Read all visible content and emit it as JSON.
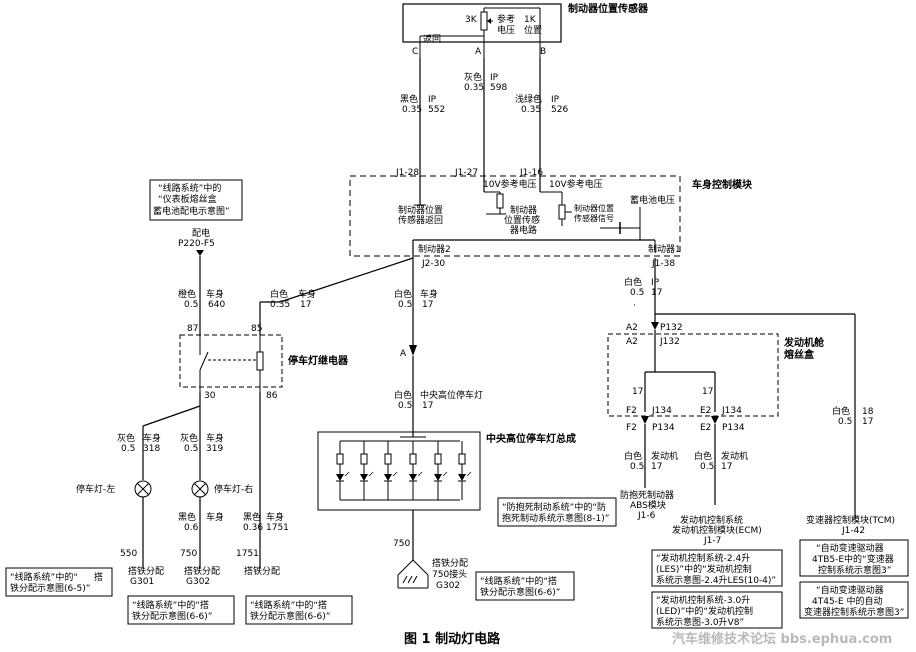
{
  "title": "图 1  制动灯电路",
  "watermark": "汽车维修技术论坛 bbs.ephua.com",
  "brake_sensor": {
    "title": "制动器位置传感器",
    "r3k": "3K",
    "r1k": "1K",
    "ref_voltage_l1": "参考",
    "ref_voltage_l2": "电压",
    "position_l1": "1K",
    "position_l2": "位置",
    "return_label": "返回",
    "pin_c": "C",
    "pin_a": "A",
    "pin_b": "B"
  },
  "wires_top": {
    "w552": [
      "黑色",
      "0.35",
      "IP",
      "552"
    ],
    "w598": [
      "灰色",
      "0.35",
      "IP",
      "598"
    ],
    "w526": [
      "浅绿色",
      "0.35",
      "IP",
      "526"
    ]
  },
  "bcm": {
    "title": "车身控制模块",
    "j1_28": "J1-28",
    "j1_27": "J1-27",
    "j1_16": "J1-16",
    "ref_10v_a": "10V参考电压",
    "ref_10v_b": "10V参考电压",
    "sensor_return_l1": "制动器位置",
    "sensor_return_l2": "传感器返回",
    "sensor_circuit_l1": "制动器",
    "sensor_circuit_l2": "位置传感",
    "sensor_circuit_l3": "器电路",
    "sensor_signal_l1": "制动器位置",
    "sensor_signal_l2": "传感器信号",
    "battery_voltage": "蓄电池电压",
    "brake2": "制动器2",
    "brake1": "制动器1",
    "j2_30": "J2-30",
    "j1_38": "J1-38"
  },
  "wiring_note": {
    "line1": "“线路系统”中的",
    "line2": "“仪表板熔丝盒",
    "line3": "蓄电池配电示意图”"
  },
  "power": {
    "label": "配电",
    "fuse": "P220-F5"
  },
  "relay": {
    "title": "停车灯继电器",
    "w640": [
      "橙色",
      "0.5",
      "车身",
      "640"
    ],
    "w17_left": [
      "白色",
      "0.35",
      "车身",
      "17"
    ],
    "pin87": "87",
    "pin85": "85",
    "pin30": "30",
    "pin86": "86"
  },
  "center_wire": {
    "top": [
      "白色",
      "0.5",
      "车身",
      "17"
    ],
    "connector": "A",
    "bottom": [
      "白色",
      "0.5",
      "中央高位停车灯",
      "17"
    ]
  },
  "chmsl": {
    "title": "中央高位停车灯总成",
    "ground_pin": "750",
    "ground_label_l1": "搭铁分配",
    "ground_label_l2": "750接头",
    "ground_label_l3": "G302"
  },
  "right_branch": {
    "w17_ip": [
      "白色",
      "0.5",
      "IP",
      "17"
    ],
    "dot": "·",
    "a2_left": "A2",
    "a2_right": "P132",
    "a2_left2": "A2",
    "a2_right2": "J132",
    "fusebox_l1": "发动机舱",
    "fusebox_l2": "熔丝盒",
    "n17a": "17",
    "n17b": "17",
    "f2": "F2",
    "j134a": "J134",
    "e2": "E2",
    "j134b": "J134",
    "f2b": "F2",
    "p134a": "P134",
    "e2b": "E2",
    "p134b": "P134",
    "abs_wire": [
      "白色",
      "0.5",
      "发动机",
      "17"
    ],
    "ecm_wire": [
      "白色",
      "0.5",
      "发动机",
      "17"
    ],
    "tcm_wire": [
      "白色",
      "0.5",
      "18",
      "17"
    ]
  },
  "modules": {
    "abs_l1": "防抱死制动器",
    "abs_l2": "ABS模块",
    "abs_l3": "J1-6",
    "ecm_l1": "发动机控制系统",
    "ecm_l2": "发动机控制模块(ECM)",
    "ecm_l3": "J1-7",
    "tcm_l1": "变速器控制模块(TCM)",
    "tcm_l2": "J1-42"
  },
  "lamps": {
    "left_wire": [
      "灰色",
      "0.5",
      "车身",
      "318"
    ],
    "right_wire": [
      "灰色",
      "0.5",
      "车身",
      "319"
    ],
    "left_lamp": "停车灯-左",
    "right_lamp": "停车灯-右",
    "g302_wire": [
      "黑色",
      "0.6",
      "车身"
    ],
    "g_mid_wire": [
      "黑色",
      "0.36",
      "车身",
      "1751"
    ],
    "pin550": "550",
    "pin750": "750",
    "pin1751": "1751",
    "g301_l1": "搭铁分配",
    "g301_l2": "G301",
    "g302_l1": "搭铁分配",
    "g302_l2": "G302",
    "g_mid": "搭铁分配"
  },
  "notes": {
    "n1_l1": "“线路系统”中的“",
    "n1_l2": "铁分配示意图(6-5)”",
    "n1_prefix": "搭",
    "n2_l1": "“线路系统”中的“搭",
    "n2_l2": "铁分配示意图(6-6)”",
    "n3_l1": "“线路系统”中的“搭",
    "n3_l2": "铁分配示意图(6-6)”",
    "n4_l1": "“线路系统”中的“搭",
    "n4_l2": "铁分配示意图(6-6)”",
    "n5_l1": "“防抱死制动系统”中的“防",
    "n5_l2": "抱死制动系统示意图(8-1)”",
    "n6_l1": "“发动机控制系统-2.4升",
    "n6_l2": "(LES)”中的“发动机控制",
    "n6_l3": "系统示意图-2.4升LES(10-4)”",
    "n7_l1": "“发动机控制系统-3.0升",
    "n7_l2": "(LED)”中的“发动机控制",
    "n7_l3": "系统示意图-3.0升V8”",
    "n8_l1": "“自动变速驱动器",
    "n8_l2": "4TB5-E中的“变速器",
    "n8_l3": "控制系统示意图3”",
    "n9_l1": "“自动变速驱动器",
    "n9_l2": "4T45-E  中的自动",
    "n9_l3": "变速器控制系统示意图3”"
  }
}
